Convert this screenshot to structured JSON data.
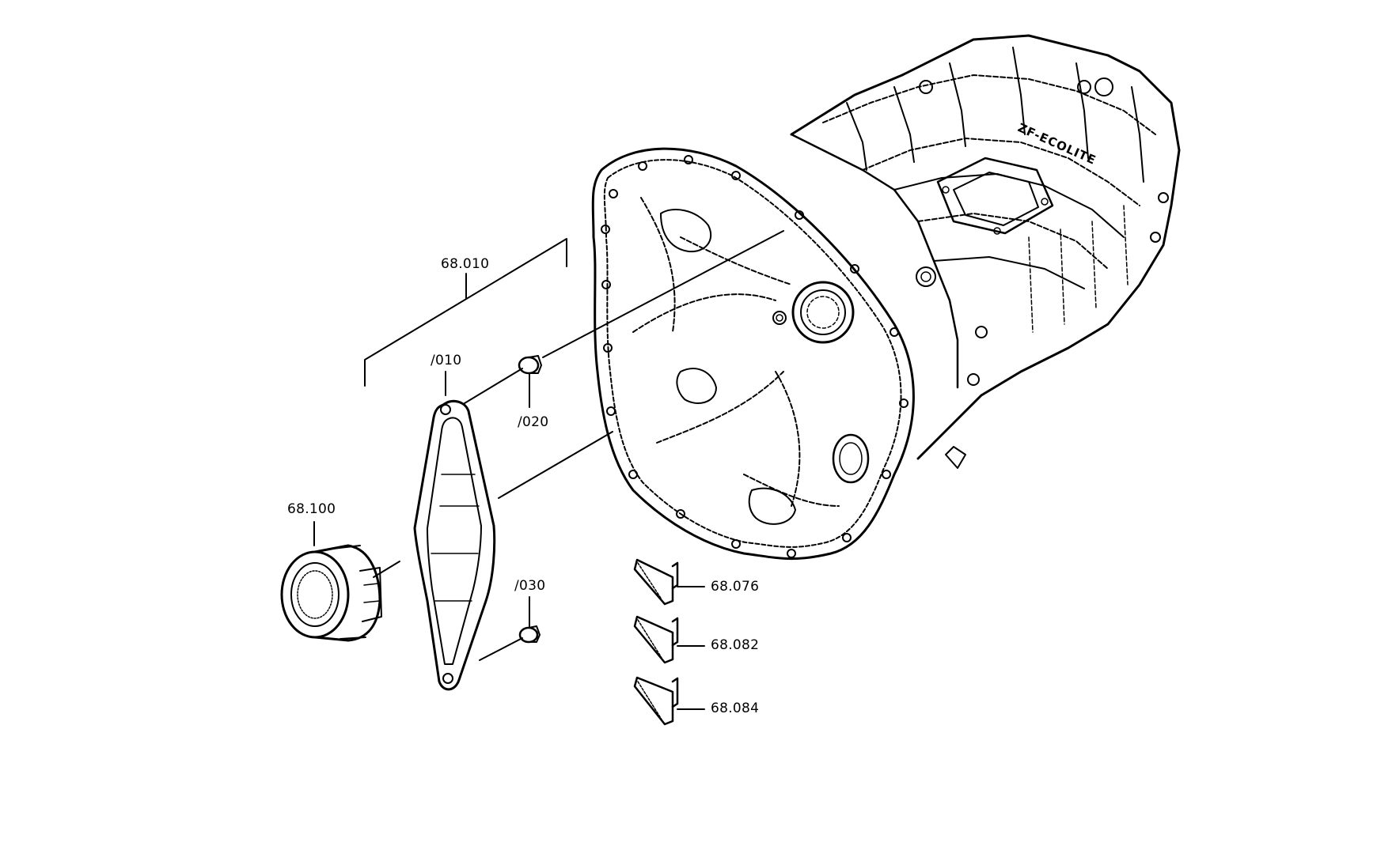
{
  "diagram": {
    "housing_badge": "ZF-ECOLITE",
    "callouts": {
      "assembly_fork": "68.010",
      "release_fork": "/010",
      "pivot_bush_upper": "/020",
      "pivot_bush_lower": "/030",
      "release_bearing": "68.100",
      "spring_clip_1": "68.076",
      "spring_clip_2": "68.082",
      "spring_clip_3": "68.084"
    }
  },
  "colors": {
    "ink": "#000000",
    "background": "#ffffff"
  }
}
